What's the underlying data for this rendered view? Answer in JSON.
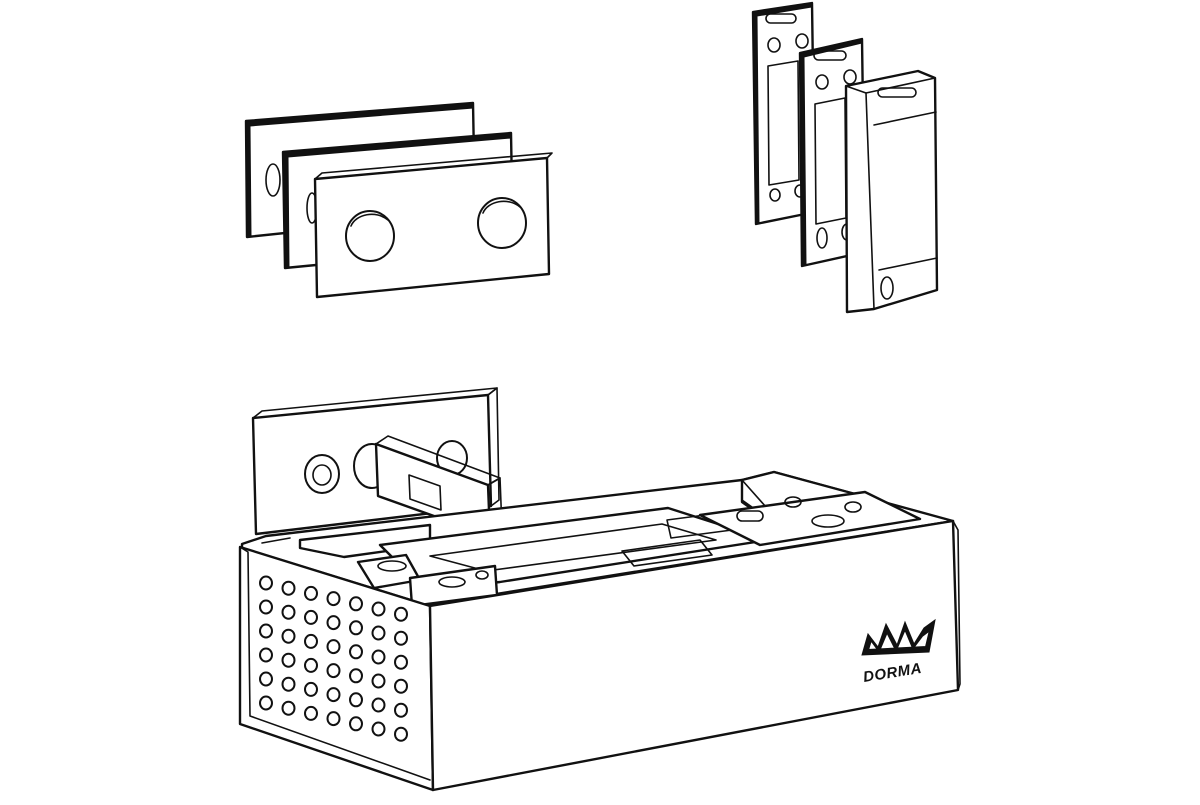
{
  "brand": {
    "logo_text": "DORMA"
  },
  "parts": [
    {
      "name": "spacer-plates"
    },
    {
      "name": "strike-plates"
    },
    {
      "name": "lock-housing"
    }
  ],
  "colors": {
    "line": "#111111",
    "background": "#ffffff"
  }
}
